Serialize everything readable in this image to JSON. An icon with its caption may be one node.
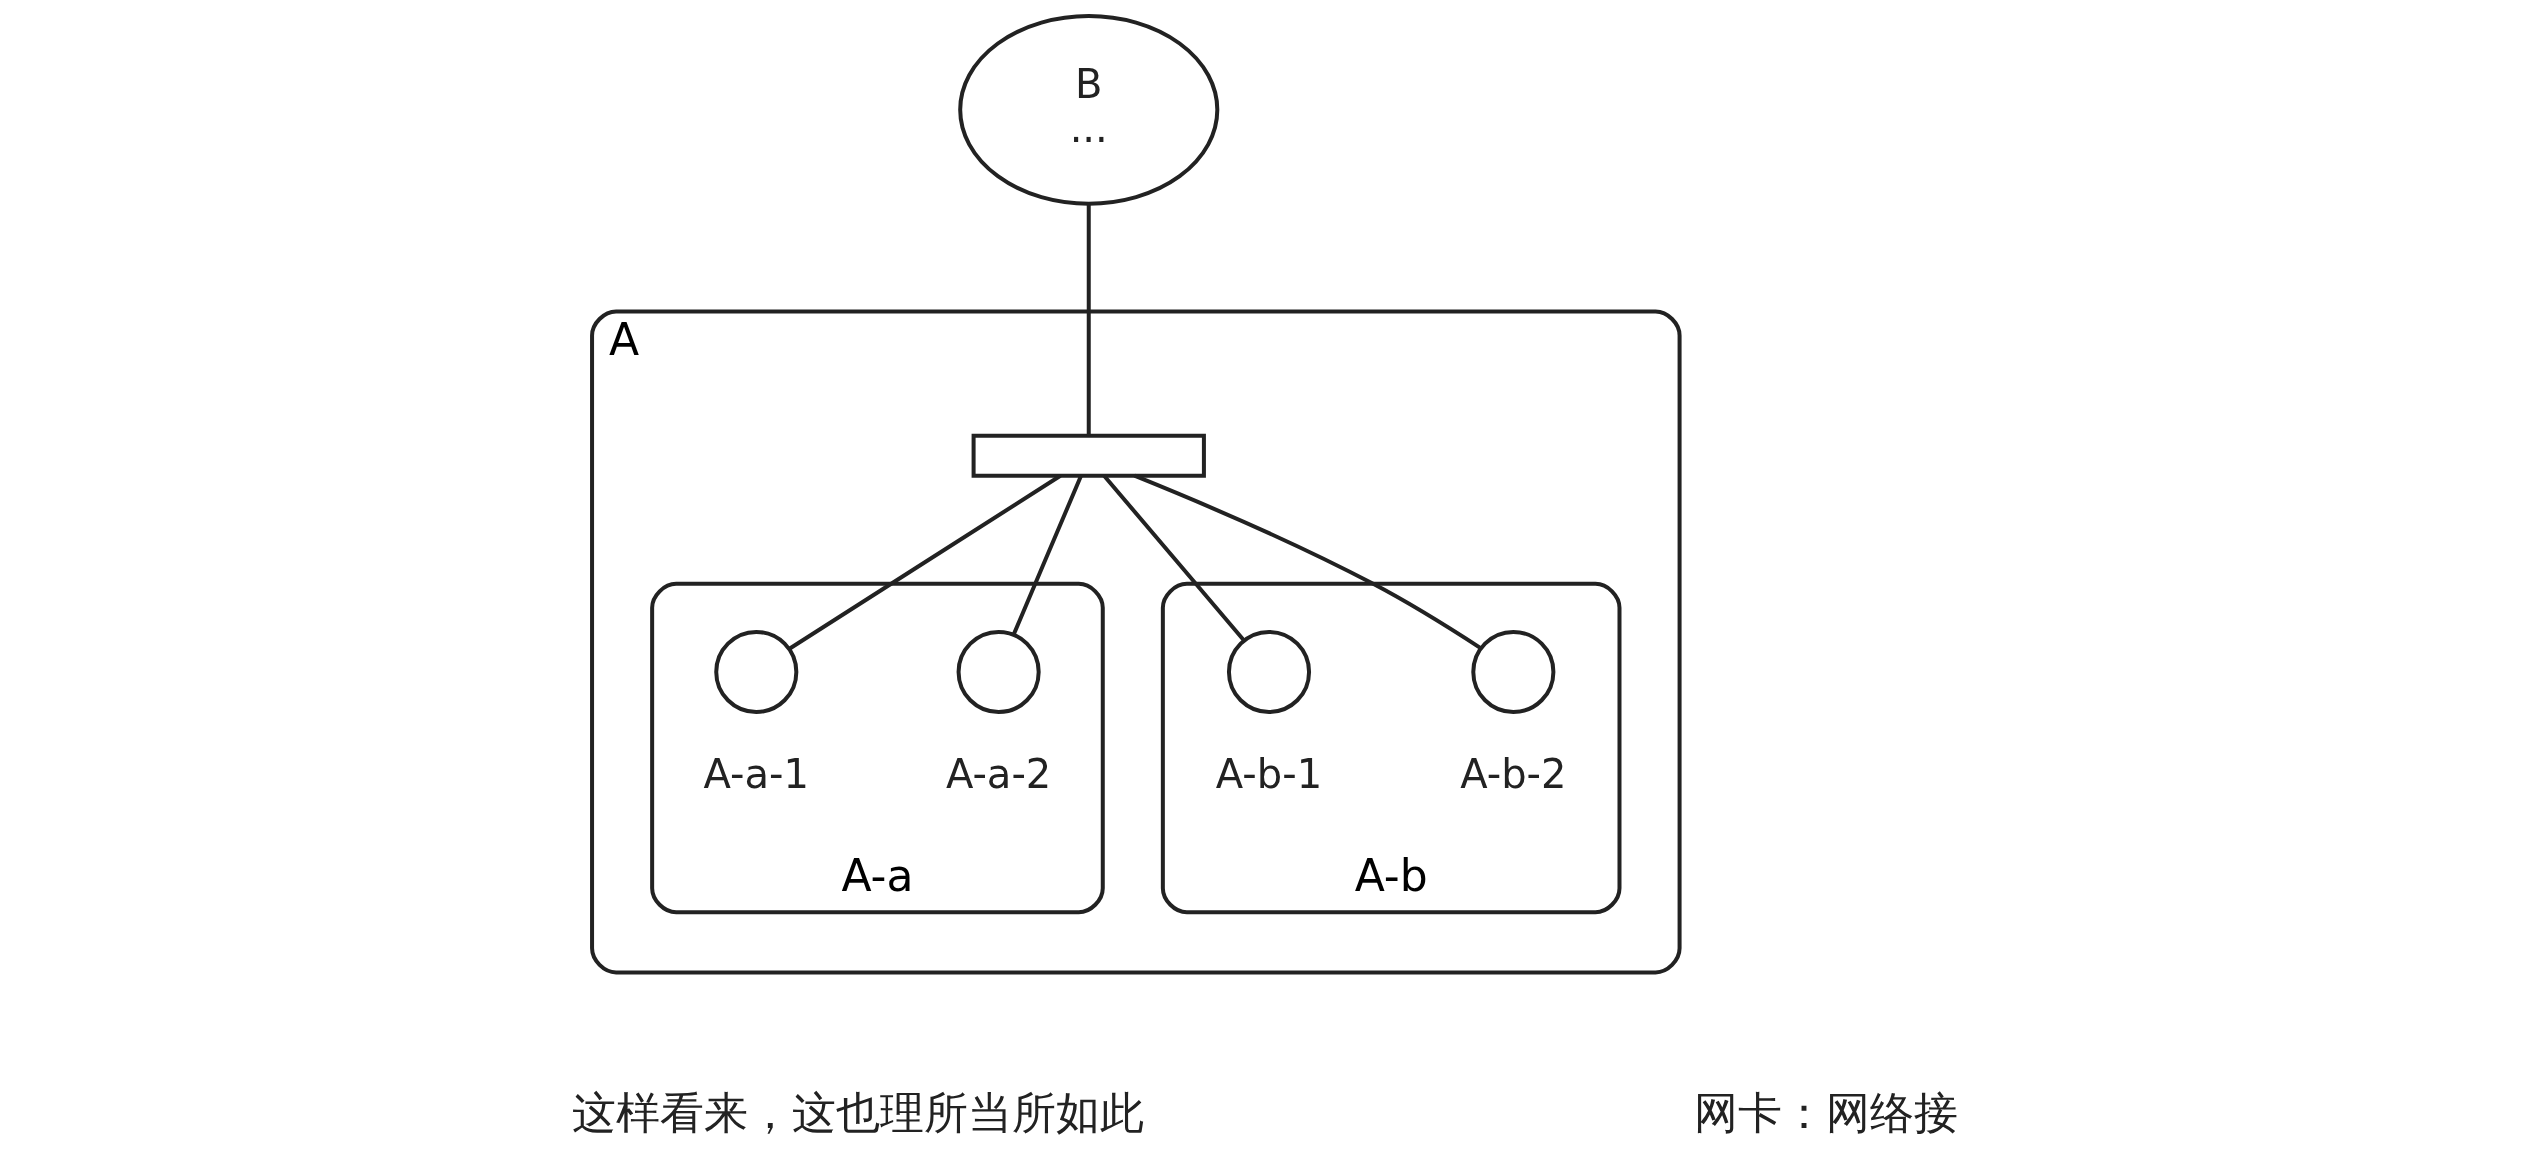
{
  "diagram": {
    "nodes": [
      {
        "text": [
          "B",
          "..."
        ]
      },
      {
        "text": [
          "A"
        ]
      },
      {
        "text": [],
        "shape": "box",
        "in": 1
      },
      {
        "text": [
          "A-a"
        ],
        "in": 1
      },
      {
        "text": [],
        "shape": "circle",
        "beside": [
          "A-a-1"
        ],
        "in": 3
      },
      {
        "text": [],
        "shape": "circle",
        "beside": [
          "A-a-2"
        ],
        "in": 3
      },
      {
        "text": [
          "A-b"
        ],
        "in": 1
      },
      {
        "text": [],
        "shape": "circle",
        "beside": [
          "A-b-1"
        ],
        "in": 6
      },
      {
        "text": [],
        "shape": "circle",
        "beside": [
          "A-b-2"
        ],
        "in": 6
      }
    ],
    "edges": [
      {
        "from": 0,
        "to": 2,
        "arrow": "none"
      },
      {
        "from": 2,
        "to": 4,
        "arrow": "none"
      },
      {
        "from": 2,
        "to": 5,
        "arrow": "none"
      },
      {
        "from": 2,
        "to": 7,
        "arrow": "none"
      },
      {
        "from": 2,
        "to": 8,
        "arrow": "none"
      }
    ],
    "labels": [
      "这样看来，这也理所当所如此",
      "网卡：网络接"
    ]
  }
}
